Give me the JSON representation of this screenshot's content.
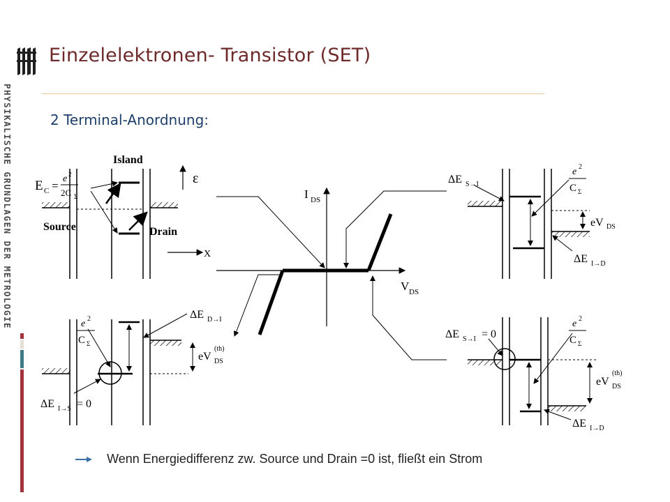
{
  "slide": {
    "title": "Einzelelektronen- Transistor (SET)",
    "side_label": "PHYSIKALISCHE GRUNDLAGEN DER METROLOGIE",
    "subtitle": "2 Terminal-Anordnung:",
    "caption": "Wenn Energiedifferenz zw. Source und Drain =0 ist, fließt ein Strom"
  },
  "colors": {
    "title": "#6e2a2a",
    "subtitle": "#1d3f6a",
    "accent_red": "#a3323a",
    "accent_teal": "#3e7a86",
    "caption_arrow": "#3a6ea5"
  },
  "figure": {
    "top_left": {
      "island": "Island",
      "ec": "E",
      "ec_sub": "C",
      "ec_eq": "=",
      "frac_num": "e",
      "frac_num_sup": "2",
      "frac_den": "2C",
      "frac_den_sub": "Σ",
      "source": "Source",
      "drain": "Drain",
      "epsilon": "ε",
      "x": "X"
    },
    "center": {
      "y_label": "I",
      "y_sub": "DS",
      "x_label": "V",
      "x_sub": "DS"
    },
    "top_right": {
      "delta_s_i": "ΔE",
      "delta_s_i_sub": "S→I",
      "frac_num": "e",
      "frac_num_sup": "2",
      "frac_den": "C",
      "frac_den_sub": "Σ",
      "evds": "eV",
      "evds_sub": "DS",
      "delta_i_d": "ΔE",
      "delta_i_d_sub": "I→D"
    },
    "bottom_left": {
      "frac_num": "e",
      "frac_num_sup": "2",
      "frac_den": "C",
      "frac_den_sub": "Σ",
      "delta_d_i": "ΔE",
      "delta_d_i_sub": "D→I",
      "evds_th": "eV",
      "evds_th_sub": "DS",
      "evds_th_sup": "(th)",
      "delta_i_s": "ΔE",
      "delta_i_s_sub": "I→S",
      "delta_i_s_eq": "= 0"
    },
    "bottom_right": {
      "delta_s_i": "ΔE",
      "delta_s_i_sub": "S→I",
      "delta_s_i_eq": "= 0",
      "frac_num": "e",
      "frac_num_sup": "2",
      "frac_den": "C",
      "frac_den_sub": "Σ",
      "evds_th": "eV",
      "evds_th_sub": "DS",
      "evds_th_sup": "(th)",
      "delta_i_d": "ΔE",
      "delta_i_d_sub": "I→D"
    }
  }
}
